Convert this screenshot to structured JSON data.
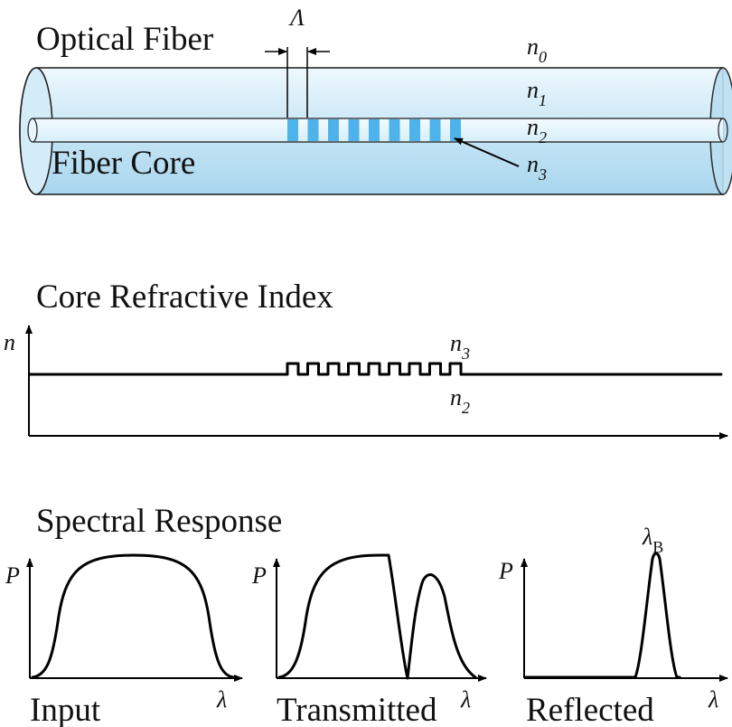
{
  "fiber": {
    "title": "Optical Fiber",
    "core_label": "Fiber Core",
    "period_symbol": "Λ",
    "index_labels": [
      {
        "n": "n",
        "sub": "0"
      },
      {
        "n": "n",
        "sub": "1"
      },
      {
        "n": "n",
        "sub": "2"
      },
      {
        "n": "n",
        "sub": "3"
      }
    ]
  },
  "index_plot": {
    "title": "Core Refractive Index",
    "y_axis_label": "n",
    "upper_label": {
      "n": "n",
      "sub": "3"
    },
    "lower_label": {
      "n": "n",
      "sub": "2"
    }
  },
  "spectral": {
    "title": "Spectral Response",
    "panels": [
      {
        "caption": "Input",
        "y_label": "P",
        "x_label": "λ"
      },
      {
        "caption": "Transmitted",
        "y_label": "P",
        "x_label": "λ"
      },
      {
        "caption": "Reflected",
        "y_label": "P",
        "x_label": "λ",
        "peak_label": "λ",
        "peak_sub": "B"
      }
    ]
  },
  "colors": {
    "cladding": "#cde9f6",
    "core": "#e6f5fc",
    "grating": "#4db3ea",
    "outline": "#1a1a1a"
  }
}
